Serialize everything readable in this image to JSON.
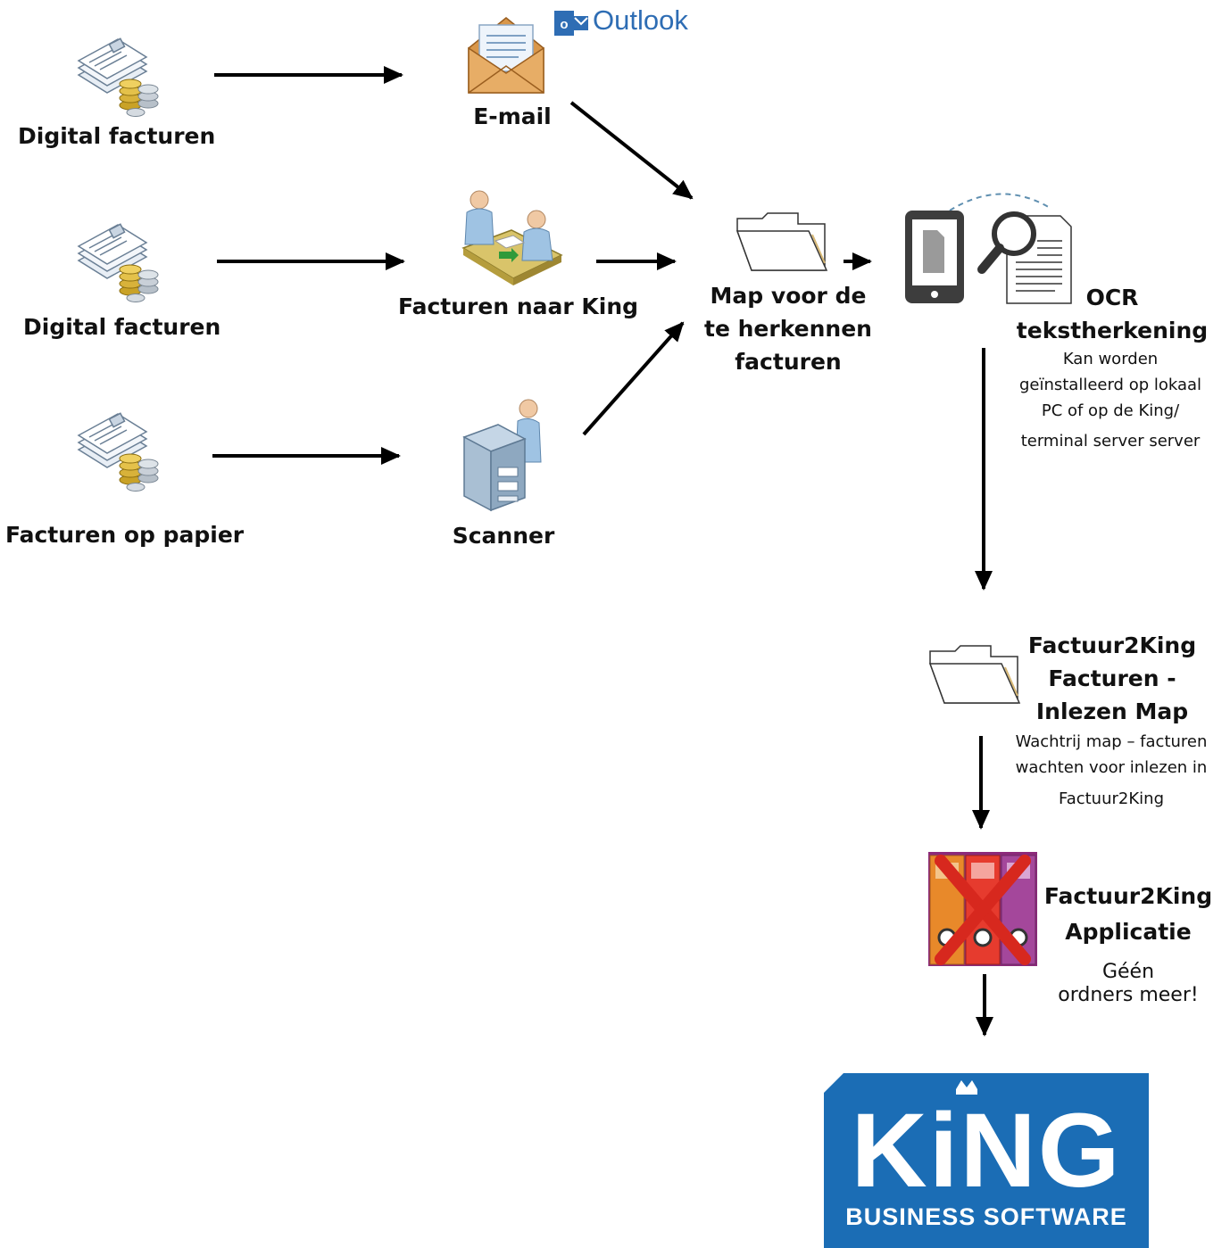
{
  "sources": [
    {
      "label": "Digital facturen",
      "icon": "invoice-stack-icon"
    },
    {
      "label": "Digital facturen",
      "icon": "invoice-stack-icon"
    },
    {
      "label": "Facturen op papier",
      "icon": "invoice-stack-icon"
    }
  ],
  "channels": {
    "email": {
      "label": "E-mail",
      "icon": "envelope-icon",
      "brand": "Outlook"
    },
    "king": {
      "label": "Facturen naar King",
      "icon": "people-at-desk-icon"
    },
    "scanner": {
      "label": "Scanner",
      "icon": "scanner-icon"
    }
  },
  "map_folder": {
    "label": "Map voor de te herkennen facturen",
    "icon": "folder-icon"
  },
  "ocr": {
    "title": "OCR tekstherkening",
    "note_lines": [
      "Kan worden",
      "geïnstalleerd op lokaal",
      "PC of op de King/",
      "terminal server server"
    ],
    "icon": "ocr-scan-icon"
  },
  "inlezen": {
    "title_lines": [
      "Factuur2King",
      "Facturen -",
      "Inlezen Map"
    ],
    "note_lines": [
      "Wachtrij map – facturen",
      "wachten voor inlezen in",
      "Factuur2King"
    ],
    "icon": "folder-icon"
  },
  "app": {
    "title_lines": [
      "Factuur2King",
      "Applicatie"
    ],
    "note_lines": [
      "Géén",
      "ordners meer!"
    ],
    "icon": "binders-crossed-icon"
  },
  "logo": {
    "word": "KiNG",
    "sub": "BUSINESS SOFTWARE",
    "color": "#1b6db5"
  },
  "colors": {
    "arrow": "#000000",
    "outlook": "#2e6db4",
    "cross": "#d7281e"
  }
}
